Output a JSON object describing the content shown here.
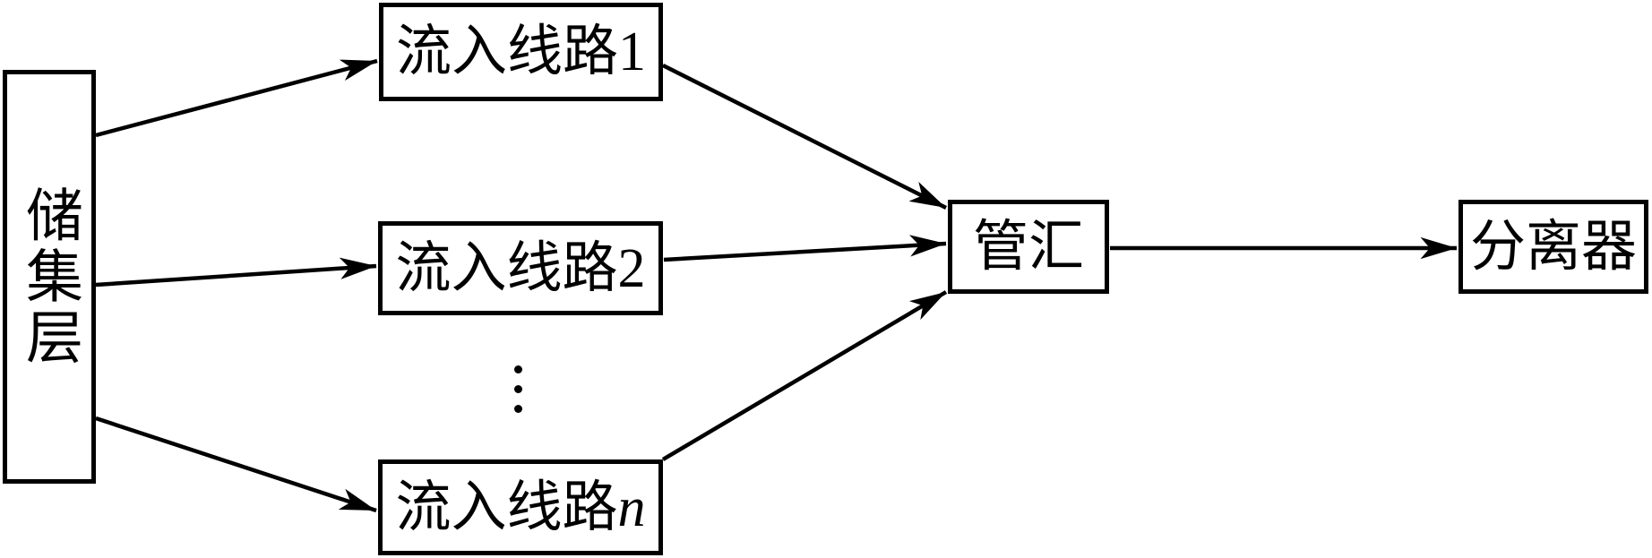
{
  "colors": {
    "ink": "#000000",
    "background": "#ffffff"
  },
  "nodes": {
    "reservoir": {
      "label": "储集层"
    },
    "inflow_line_1": {
      "prefix": "流入线路",
      "suffix": "1"
    },
    "inflow_line_2": {
      "prefix": "流入线路",
      "suffix": "2"
    },
    "inflow_line_n": {
      "prefix": "流入线路",
      "suffix": "n"
    },
    "manifold": {
      "label": "管汇"
    },
    "separator": {
      "label": "分离器"
    }
  },
  "edges": [
    {
      "from": "reservoir",
      "to": "inflow_line_1"
    },
    {
      "from": "reservoir",
      "to": "inflow_line_2"
    },
    {
      "from": "reservoir",
      "to": "inflow_line_n"
    },
    {
      "from": "inflow_line_1",
      "to": "manifold"
    },
    {
      "from": "inflow_line_2",
      "to": "manifold"
    },
    {
      "from": "inflow_line_n",
      "to": "manifold"
    },
    {
      "from": "manifold",
      "to": "separator"
    }
  ]
}
